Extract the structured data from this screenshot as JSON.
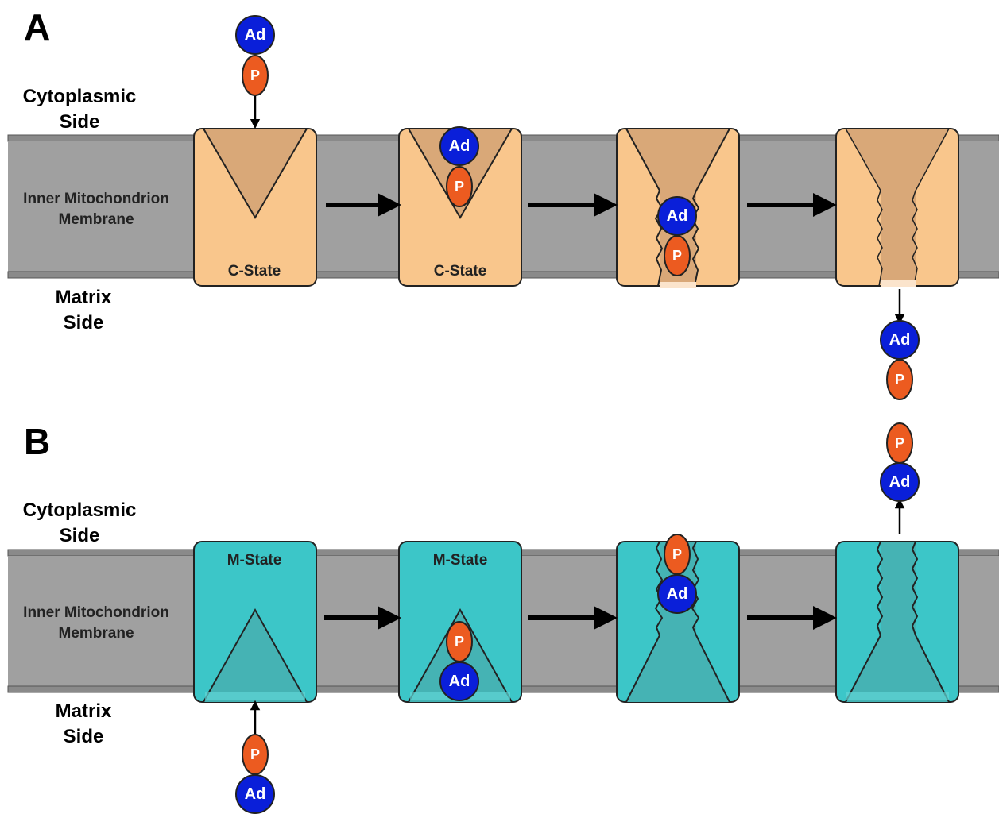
{
  "panels": [
    {
      "letter": "A",
      "cytoplasmic_label": [
        "Cytoplasmic",
        "Side"
      ],
      "membrane_label": [
        "Inner Mitochondrion",
        "Membrane"
      ],
      "matrix_label": [
        "Matrix",
        "Side"
      ],
      "state_label": "C-State"
    },
    {
      "letter": "B",
      "cytoplasmic_label": [
        "Cytoplasmic",
        "Side"
      ],
      "membrane_label": [
        "Inner Mitochondrion",
        "Membrane"
      ],
      "matrix_label": [
        "Matrix",
        "Side"
      ],
      "state_label": "M-State"
    }
  ],
  "molecules": {
    "adenosine": "Ad",
    "phosphate": "P"
  },
  "colors": {
    "membrane": "#a0a0a0",
    "membrane_edge": "#6e6e6e",
    "c_state_fill": "#f9c68c",
    "c_state_cavity": "#d9a878",
    "m_state_fill": "#3cc6c8",
    "m_state_cavity": "#45b3b4",
    "adenosine": "#0a1fd9",
    "phosphate": "#ec5b20",
    "outline": "#222222"
  },
  "icons": [
    "adenosine-circle",
    "phosphate-oval",
    "right-arrow",
    "down-arrow",
    "up-arrow",
    "zigzag-channel-wall"
  ]
}
